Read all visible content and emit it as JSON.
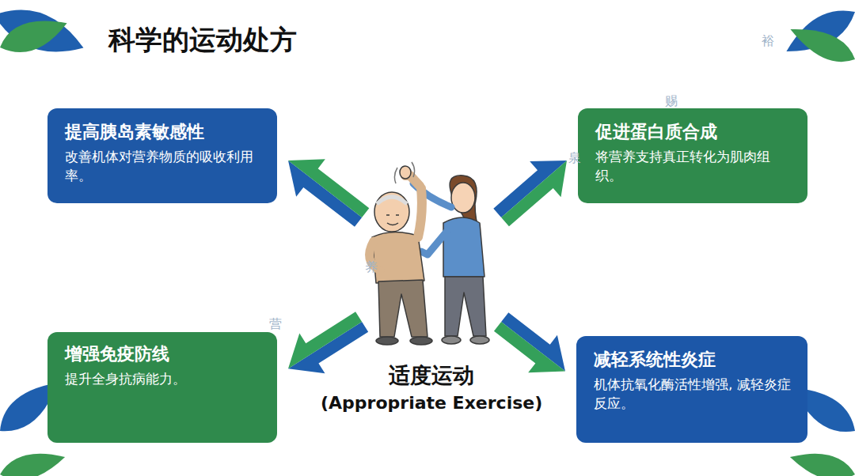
{
  "diagram": {
    "title": "科学的运动处方",
    "nodes": [
      {
        "text": [
          "提高胰岛素敏感性",
          "改善机体对营养物质的吸收利用率。"
        ]
      },
      {
        "text": [
          "促进蛋白质合成",
          "将营养支持真正转化为肌肉组织。"
        ]
      },
      {
        "text": [
          "增强免疫防线",
          "提升全身抗病能力。"
        ]
      },
      {
        "text": [
          "减轻系统性炎症",
          "机体抗氧化酶活性增强, 减轻炎症反应。"
        ]
      },
      {
        "text": [
          "适度运动",
          "(Appropriate Exercise)"
        ]
      }
    ],
    "edges": [
      {
        "from": 4,
        "to": 0,
        "arrow": "to"
      },
      {
        "from": 4,
        "to": 1,
        "arrow": "to"
      },
      {
        "from": 4,
        "to": 2,
        "arrow": "to"
      },
      {
        "from": 4,
        "to": 3,
        "arrow": "to"
      }
    ],
    "labels": [
      "裕",
      "赐",
      "泉",
      "养",
      "营"
    ]
  }
}
